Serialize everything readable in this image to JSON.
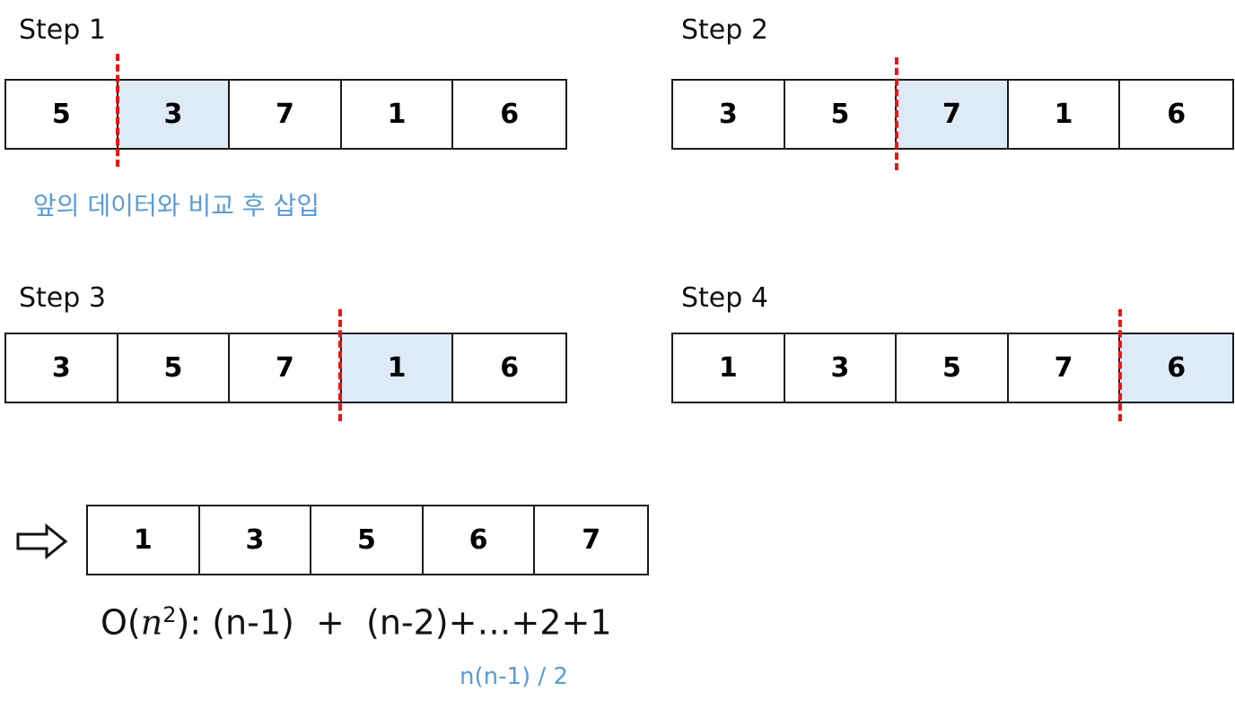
{
  "steps": [
    {
      "label": "Step 1",
      "values": [
        "5",
        "3",
        "7",
        "1",
        "6"
      ],
      "highlight": 1,
      "divider_after": 0
    },
    {
      "label": "Step 2",
      "values": [
        "3",
        "5",
        "7",
        "1",
        "6"
      ],
      "highlight": 2,
      "divider_after": 1
    },
    {
      "label": "Step 3",
      "values": [
        "3",
        "5",
        "7",
        "1",
        "6"
      ],
      "highlight": 3,
      "divider_after": 2
    },
    {
      "label": "Step 4",
      "values": [
        "1",
        "3",
        "5",
        "7",
        "6"
      ],
      "highlight": 4,
      "divider_after": 3
    }
  ],
  "step1_note": "앞의 데이터와 비교 후 삽입",
  "result": {
    "values": [
      "1",
      "3",
      "5",
      "6",
      "7"
    ]
  },
  "formula": {
    "prefix": "O(",
    "var": "n",
    "exp": "2",
    "suffix": "): (n-1)  +  (n-2)+…+2+1"
  },
  "sum_note": "n(n-1) / 2",
  "colors": {
    "highlight": "#deeaf6",
    "divider": "#ee1111",
    "note": "#5b9bd5"
  }
}
